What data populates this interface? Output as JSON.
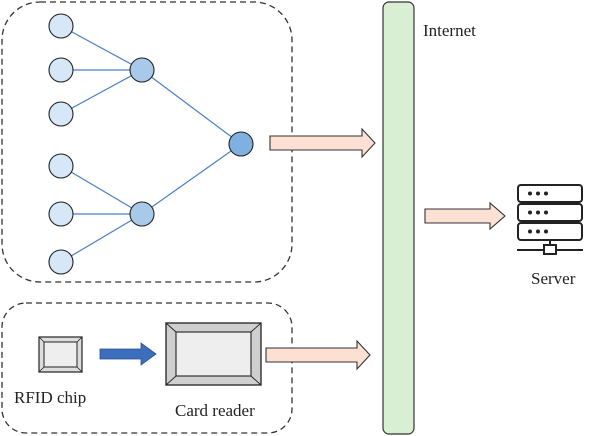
{
  "labels": {
    "internet": "Internet",
    "server": "Server",
    "rfid_chip": "RFID chip",
    "card_reader": "Card reader"
  },
  "colors": {
    "border_dash": "#333333",
    "node_fill_light": "#d6e7f7",
    "node_fill_mid": "#a9c9ea",
    "node_fill_dark": "#7fb0e0",
    "node_stroke": "#222222",
    "edge": "#4a7fc4",
    "internet_bar": "#d9efd4",
    "arrow_peach": "#fbe0d3",
    "arrow_blue": "#3b6fbd",
    "device_gray": "#e6e6e6"
  },
  "icons": {
    "server": "server-icon",
    "rfid_chip": "rfid-chip-icon",
    "card_reader": "card-reader-icon"
  }
}
